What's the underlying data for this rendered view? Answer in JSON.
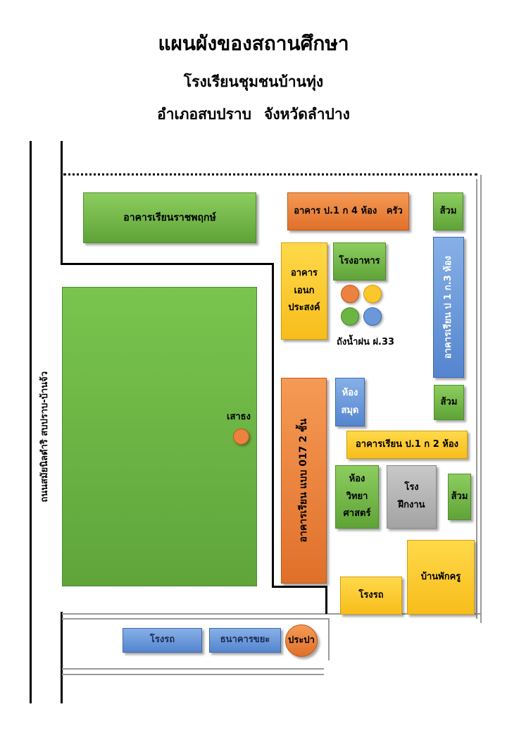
{
  "header": {
    "title": "แผนผังของสถานศึกษา",
    "school": "โรงเรียนชุมชนบ้านทุ่ง",
    "district": "อำเภอสบปราบ",
    "province": "จังหวัดลำปาง"
  },
  "road_label": "ถนนสมัยนิลดำริ สบปราบ-บ้านจ้ว",
  "buildings": {
    "rajapruek": "อาคารเรียนราชพฤกษ์",
    "p1_4rooms_kitchen": "อาคาร ป.1 ก 4 ห้อง   ครัว",
    "toilet_top": "ส้วม",
    "multipurpose": [
      "อาคาร",
      "เอนก",
      "ประสงค์"
    ],
    "canteen": "โรงอาหาร",
    "p1_3rooms": "อาคารเรียน ป 1 ก.3 ห้อง",
    "water_tanks_label": "ถังน้ำฝน ฝ.33",
    "library": [
      "ห้อง",
      "สมุด"
    ],
    "toilet_mid": "ส้วม",
    "building_017": "อาคารเรียน แบบ 017 2 ชั้น",
    "p1_2rooms": "อาคารเรียน ป.1 ก 2 ห้อง",
    "science_room": [
      "ห้อง",
      "วิทยา",
      "ศาสตร์"
    ],
    "workshop": [
      "โรง",
      "ฝึกงาน"
    ],
    "toilet_right": "ส้วม",
    "teacher_house": "บ้านพักครู",
    "garage_right": "โรงรถ",
    "garage_bottom": "โรงรถ",
    "waste_bank": "ธนาคารขยะ",
    "water_supply": "ประปา",
    "flagpole": "เสาธง"
  },
  "colors": {
    "green": "#6ab544",
    "orange": "#ec8140",
    "yellow": "#fcc72a",
    "blue": "#6a98db",
    "gray": "#b3b3b3",
    "field": "#6ab544"
  }
}
